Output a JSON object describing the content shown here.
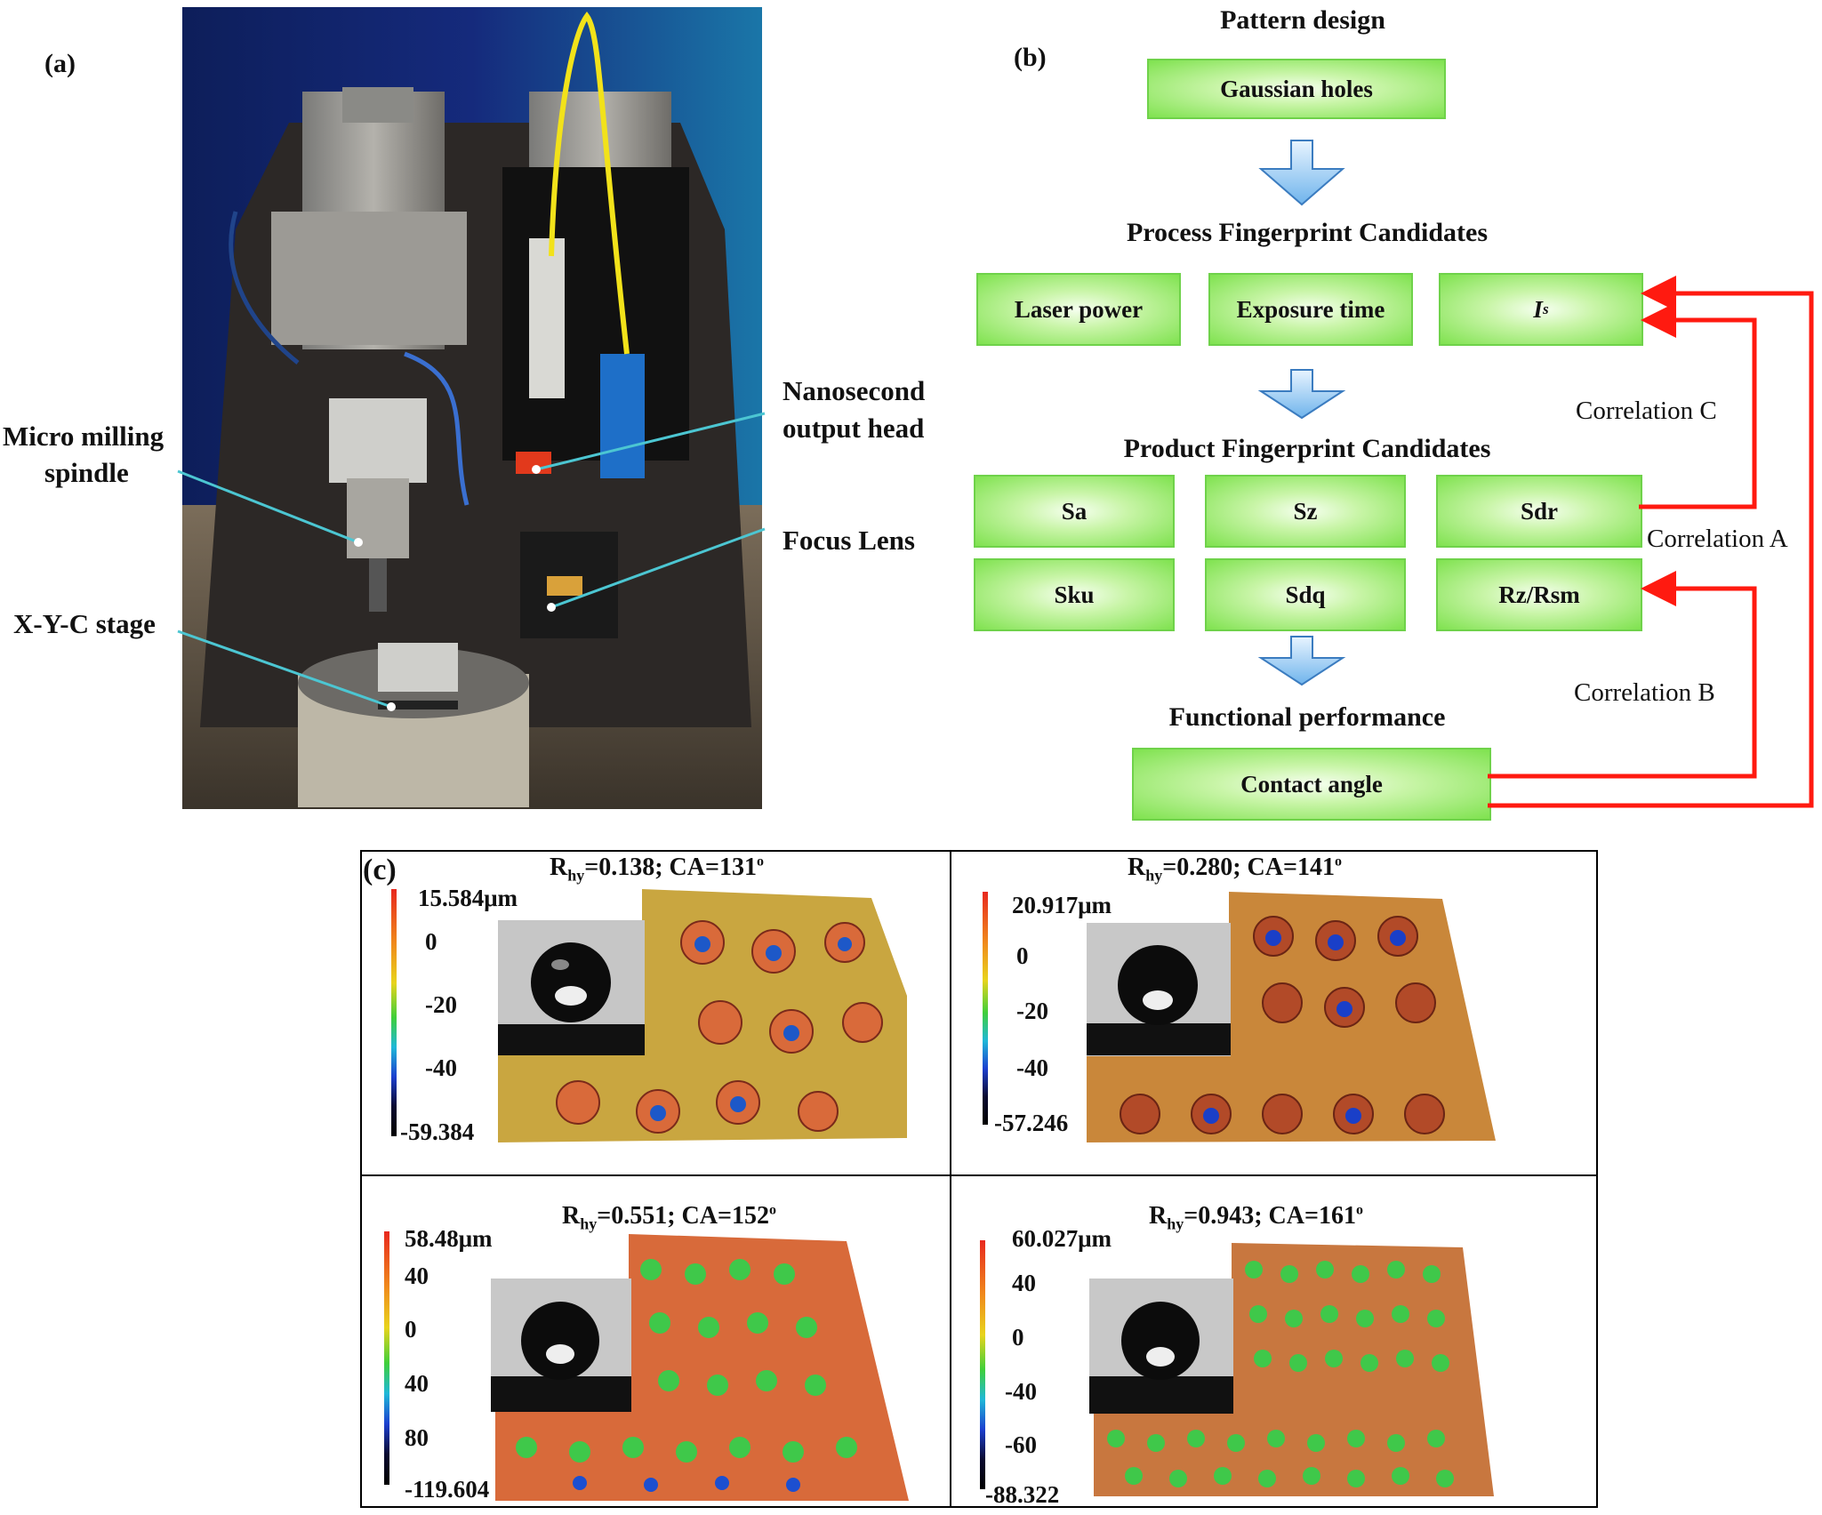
{
  "panel_a": {
    "label": "(a)",
    "callouts": {
      "spindle_line1": "Micro milling",
      "spindle_line2": "spindle",
      "stage": "X-Y-C stage",
      "head_line1": "Nanosecond",
      "head_line2": "output head",
      "lens": "Focus Lens"
    }
  },
  "panel_b": {
    "label": "(b)",
    "heading_pattern": "Pattern design",
    "box_gaussian": "Gaussian holes",
    "heading_process": "Process Fingerprint Candidates",
    "process": [
      "Laser power",
      "Exposure time",
      "I"
    ],
    "process_subscript": "s",
    "heading_product": "Product Fingerprint Candidates",
    "product_row1": [
      "Sa",
      "Sz",
      "Sdr"
    ],
    "product_row2": [
      "Sku",
      "Sdq",
      "Rz/Rsm"
    ],
    "heading_functional": "Functional performance",
    "box_contact": "Contact angle",
    "correlations": [
      "Correlation C",
      "Correlation A",
      "Correlation B"
    ],
    "arrow_color": "#ff1a10",
    "box_color": "#7fe24f"
  },
  "panel_c": {
    "label": "(c)",
    "panels": [
      {
        "rhy": "0.138",
        "ca": "131",
        "ticks": [
          "15.584μm",
          "0",
          "-20",
          "-40",
          "-59.384"
        ],
        "surface_color": "#c9a640"
      },
      {
        "rhy": "0.280",
        "ca": "141",
        "ticks": [
          "20.917μm",
          "0",
          "-20",
          "-40",
          "-57.246"
        ],
        "surface_color": "#c9873a"
      },
      {
        "rhy": "0.551",
        "ca": "152",
        "ticks": [
          "58.48μm",
          "40",
          "0",
          "40",
          "80",
          "-119.604"
        ],
        "surface_color": "#d86a3a"
      },
      {
        "rhy": "0.943",
        "ca": "161",
        "ticks": [
          "60.027μm",
          "40",
          "0",
          "-40",
          "-60",
          "-88.322"
        ],
        "surface_color": "#c8773f"
      }
    ]
  }
}
